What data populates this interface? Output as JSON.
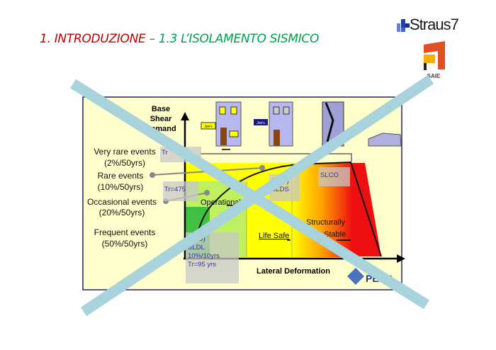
{
  "header": {
    "title_part1": "1. INTRODUZIONE",
    "title_sep": " – ",
    "title_part2": "1.3 L’ISOLAMENTO SISMICO",
    "logo_straus": "Straus7",
    "logo_saie": "SAIE"
  },
  "diagram": {
    "y_axis_label": [
      "Base",
      "Shear",
      "Demand"
    ],
    "x_axis_label": "Lateral Deformation",
    "events": [
      {
        "name": "Very rare events",
        "prob": "(2%/50yrs)"
      },
      {
        "name": "Rare events",
        "prob": "(10%/50yrs)"
      },
      {
        "name": "Occasional events",
        "prob": "(20%/50yrs)"
      },
      {
        "name": "Frequent events",
        "prob": "(50%/50yrs)"
      }
    ],
    "zones": [
      "Operational",
      "Life Safe",
      "Structurally",
      "Stable"
    ],
    "annotations": {
      "tr_top": "Tr",
      "tr475": "Tr=475",
      "slu": "(SLU)",
      "slds": "SLDS",
      "slco": "SLCO",
      "sld": "(SLD)",
      "sldl": "SLDL",
      "prob_sld": "10%/10yrs",
      "tr95": "Tr=95 yrs"
    },
    "sign_text": "Joe's",
    "peer_logo": "PEER"
  },
  "colors": {
    "title_red": "#c00000",
    "title_green": "#00a050",
    "cross": "#a9d3dc",
    "panel_bg": "#ffffcc"
  }
}
